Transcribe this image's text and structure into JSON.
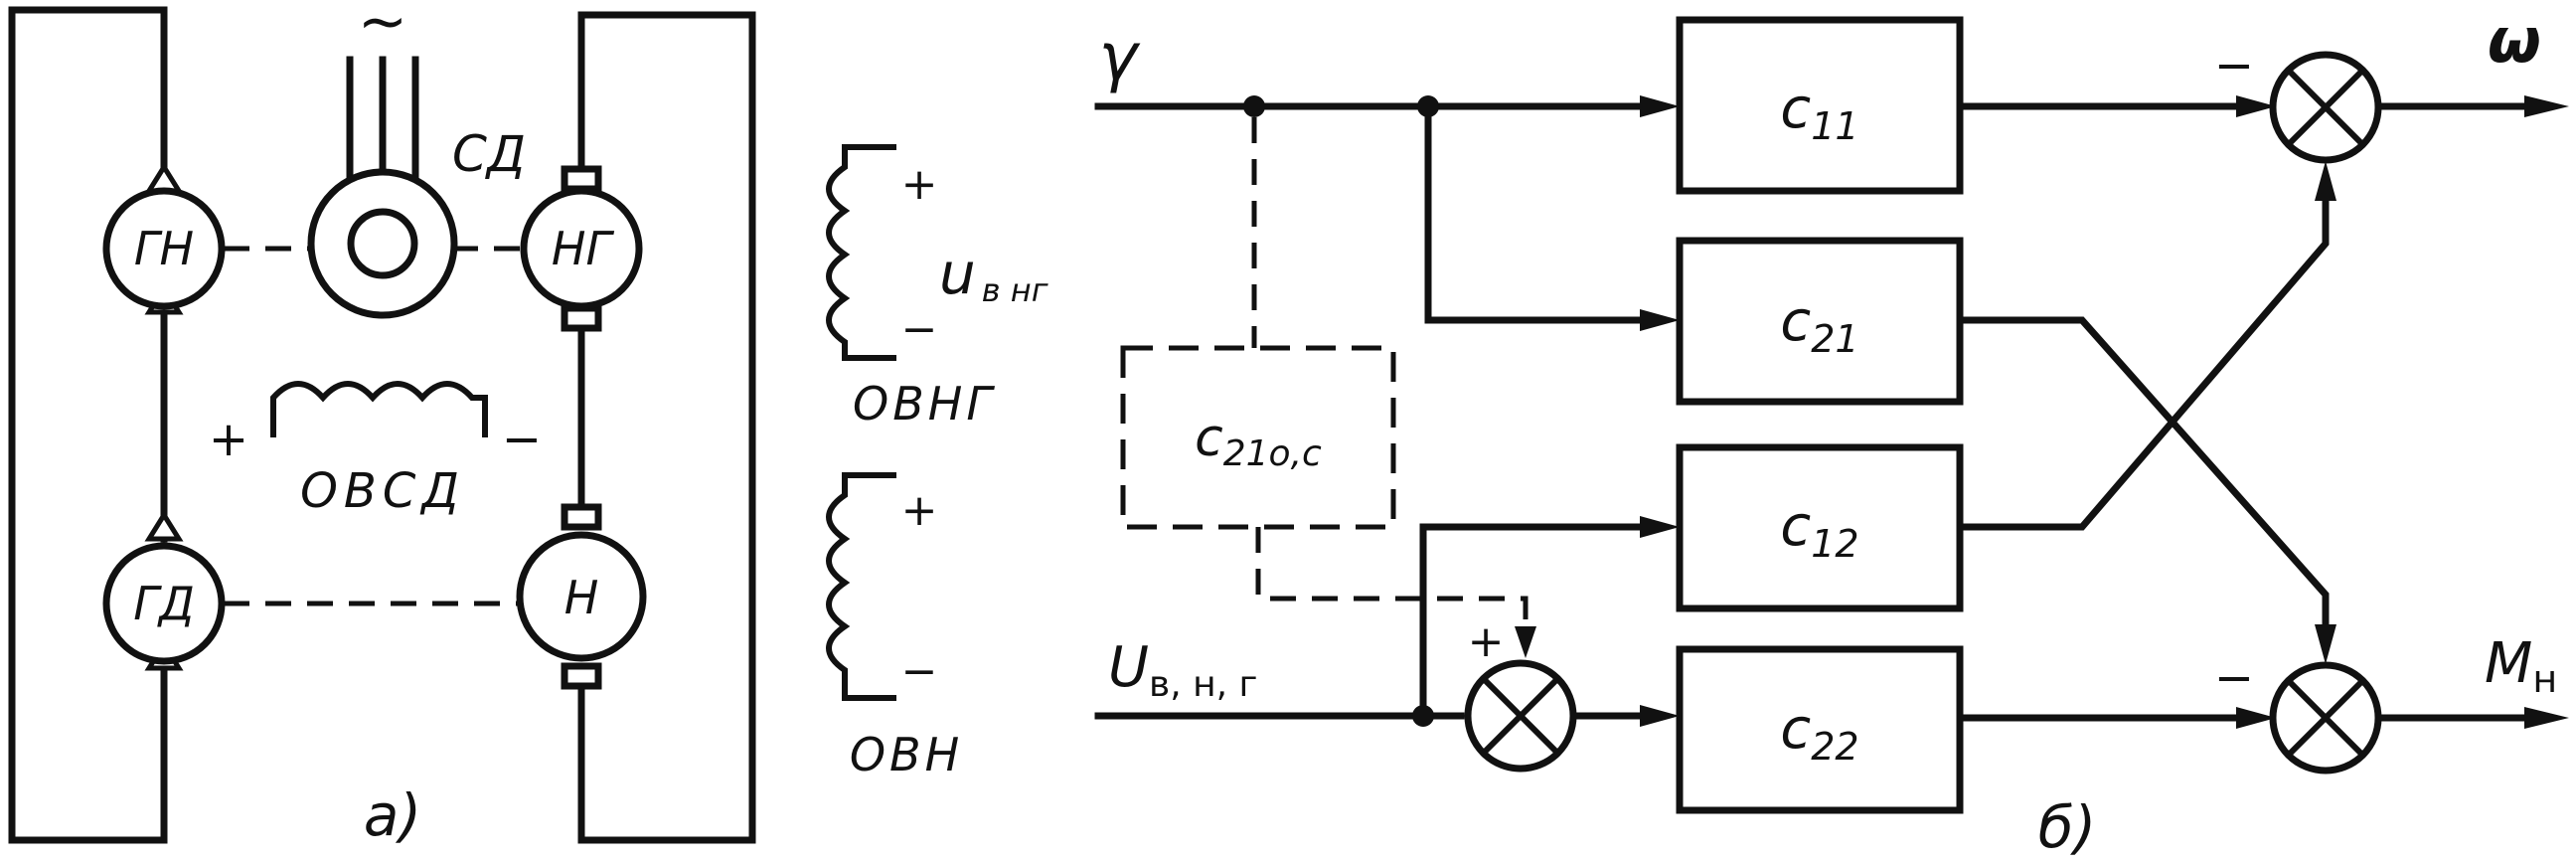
{
  "panel_a": {
    "caption": "а)",
    "ac_symbol": "~",
    "machines": {
      "gn": "ГН",
      "sd": "СД",
      "ng": "НГ",
      "gd": "ГД",
      "n": "Н"
    },
    "field_winding_sd": {
      "label": "ОВСД",
      "plus": "+",
      "minus": "−"
    },
    "field_winding_ng": {
      "label": "ОВНГ",
      "plus": "+",
      "minus": "−",
      "voltage": "u",
      "voltage_sub": "в нг"
    },
    "field_winding_n": {
      "label": "ОВН",
      "plus": "+",
      "minus": "−"
    }
  },
  "panel_b": {
    "caption": "б)",
    "inputs": {
      "gamma": "γ",
      "u": "U",
      "u_sub": "в, н, г"
    },
    "outputs": {
      "omega": "ω",
      "m": "M",
      "m_sub": "н"
    },
    "blocks": {
      "c11": {
        "main": "c",
        "sub": "11"
      },
      "c21": {
        "main": "c",
        "sub": "21"
      },
      "c12": {
        "main": "c",
        "sub": "12"
      },
      "c22": {
        "main": "c",
        "sub": "22"
      },
      "c21oc": {
        "main": "c",
        "sub": "21о,с"
      }
    },
    "signs": {
      "minus_omega": "−",
      "minus_m": "−",
      "plus_sum": "+"
    }
  }
}
